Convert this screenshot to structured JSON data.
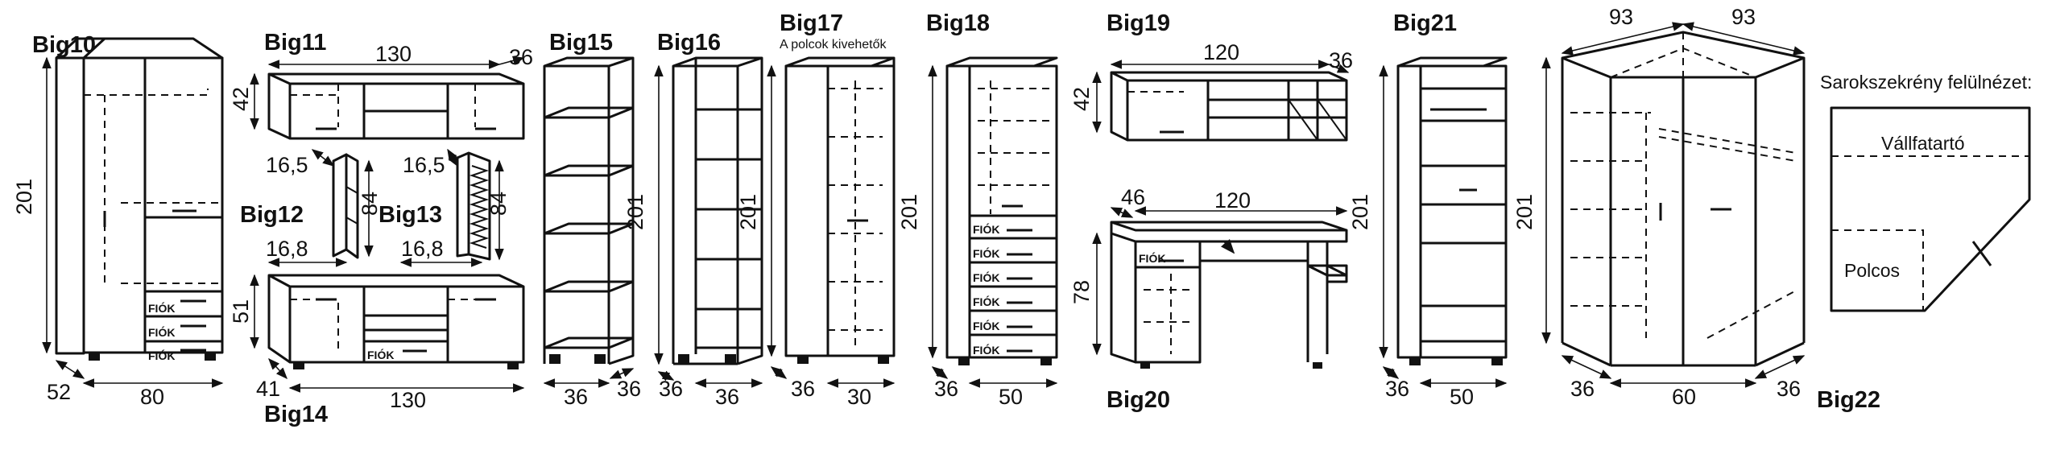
{
  "items": [
    {
      "label": "Big10",
      "dims": [
        "201",
        "52",
        "80"
      ],
      "drawers": [
        "FIÓK",
        "FIÓK",
        "FIÓK"
      ]
    },
    {
      "label": "Big11",
      "dims": [
        "130",
        "36",
        "42"
      ]
    },
    {
      "label": "Big12",
      "dims": [
        "16,5",
        "84",
        "16,8"
      ]
    },
    {
      "label": "Big13",
      "dims": [
        "16,5",
        "84",
        "16,8"
      ]
    },
    {
      "label": "Big14",
      "dims": [
        "51",
        "41",
        "130"
      ],
      "drawers": [
        "FIÓK"
      ]
    },
    {
      "label": "Big15",
      "dims": [
        "36",
        "36"
      ]
    },
    {
      "label": "Big16",
      "dims": [
        "201",
        "36",
        "36"
      ]
    },
    {
      "label": "Big17",
      "note": "A polcok kivehetők",
      "dims": [
        "201",
        "36",
        "30"
      ]
    },
    {
      "label": "Big18",
      "dims": [
        "201",
        "36",
        "50"
      ],
      "drawers": [
        "FIÓK",
        "FIÓK",
        "FIÓK",
        "FIÓK",
        "FIÓK",
        "FIÓK"
      ]
    },
    {
      "label": "Big19",
      "dims": [
        "120",
        "36",
        "42"
      ]
    },
    {
      "label": "Big20",
      "dims": [
        "46",
        "120",
        "78"
      ],
      "drawers": [
        "FIÓK"
      ]
    },
    {
      "label": "Big21",
      "dims": [
        "201",
        "36",
        "50"
      ]
    },
    {
      "label": "Big22",
      "dims": [
        "93",
        "93",
        "201",
        "36",
        "60",
        "36"
      ]
    }
  ],
  "corner_view": {
    "title": "Sarokszekrény felülnézet:",
    "top_label": "Vállfatartó",
    "bottom_label": "Polcos"
  },
  "colors": {
    "line": "#111111",
    "background": "#ffffff"
  }
}
